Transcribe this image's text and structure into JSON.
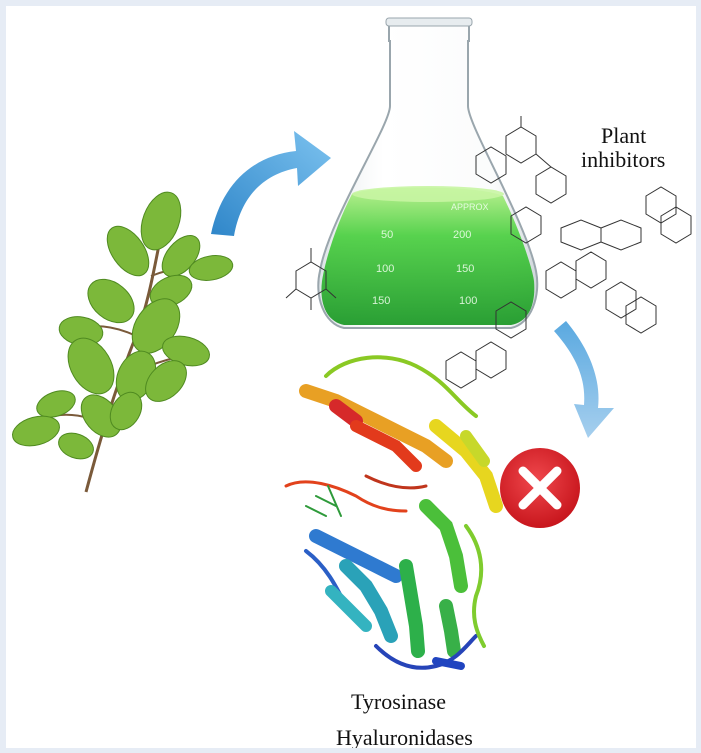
{
  "labels": {
    "plant_inhibitors_line1": "Plant",
    "plant_inhibitors_line2": "inhibitors",
    "enzyme_1": "Tyrosinase",
    "enzyme_2": "Hyaluronidases"
  },
  "flask": {
    "approx_mark": "APPROX",
    "scale_left": [
      "50",
      "100",
      "150"
    ],
    "scale_right": [
      "200",
      "150",
      "100"
    ]
  },
  "colors": {
    "leaf": "#7cb83a",
    "leaf_dark": "#4f8a20",
    "stem": "#7a5a3a",
    "arrow_blue": "#4aa3df",
    "liquid_green": "#3fbf3a",
    "cross_red": "#d9272e",
    "frame": "#e6ecf5"
  },
  "icons": [
    "curved-arrow-icon",
    "erlenmeyer-flask-icon",
    "inhibit-cross-icon",
    "plant-branch-icon",
    "molecule-icon",
    "protein-structure-icon"
  ]
}
